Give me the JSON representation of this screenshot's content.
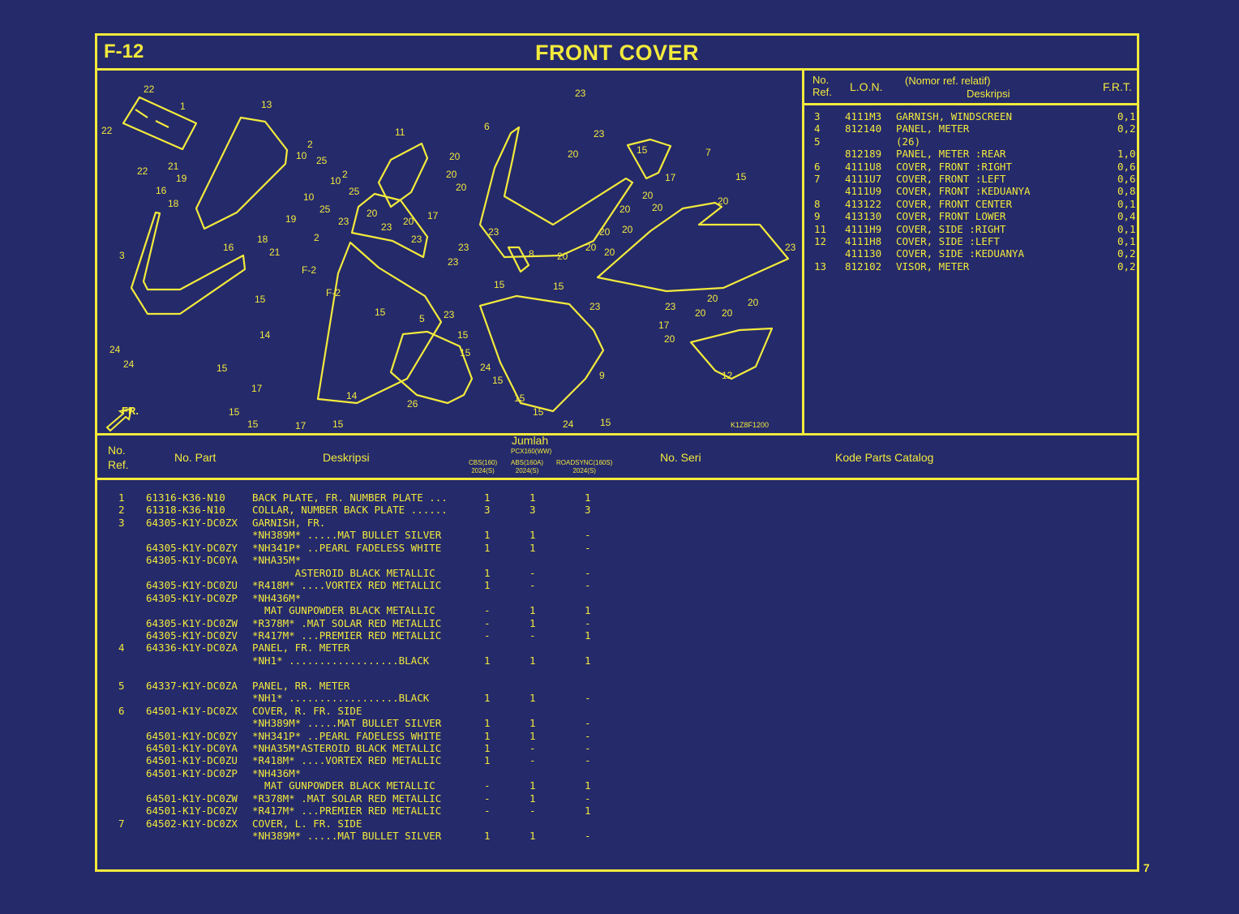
{
  "header": {
    "code": "F-12",
    "title": "FRONT COVER"
  },
  "ref_table": {
    "headers": {
      "no_ref": "No.\nRef.",
      "lon": "L.O.N.",
      "desc_top": "(Nomor ref. relatif)",
      "desc": "Deskripsi",
      "frt": "F.R.T."
    },
    "rows": [
      {
        "ref": "3",
        "lon": "4111M3",
        "desc": "GARNISH, WINDSCREEN",
        "frt": "0,1"
      },
      {
        "ref": "4",
        "lon": "812140",
        "desc": "PANEL, METER",
        "frt": "0,2"
      },
      {
        "ref": "5",
        "lon": "",
        "desc": "(26)",
        "frt": ""
      },
      {
        "ref": "",
        "lon": "812189",
        "desc": "PANEL, METER :REAR",
        "frt": "1,0"
      },
      {
        "ref": "6",
        "lon": "4111U8",
        "desc": "COVER, FRONT :RIGHT",
        "frt": "0,6"
      },
      {
        "ref": "7",
        "lon": "4111U7",
        "desc": "COVER, FRONT :LEFT",
        "frt": "0,6"
      },
      {
        "ref": "",
        "lon": "4111U9",
        "desc": "COVER, FRONT :KEDUANYA",
        "frt": "0,8"
      },
      {
        "ref": "8",
        "lon": "413122",
        "desc": "COVER, FRONT CENTER",
        "frt": "0,1"
      },
      {
        "ref": "9",
        "lon": "413130",
        "desc": "COVER, FRONT LOWER",
        "frt": "0,4"
      },
      {
        "ref": "11",
        "lon": "4111H9",
        "desc": "COVER, SIDE :RIGHT",
        "frt": "0,1"
      },
      {
        "ref": "12",
        "lon": "4111H8",
        "desc": "COVER, SIDE :LEFT",
        "frt": "0,1"
      },
      {
        "ref": "",
        "lon": "411130",
        "desc": "COVER, SIDE :KEDUANYA",
        "frt": "0,2"
      },
      {
        "ref": "13",
        "lon": "812102",
        "desc": "VISOR, METER",
        "frt": "0,2"
      }
    ]
  },
  "diagram": {
    "code": "K1Z8F1200",
    "arrow_label": "FR.",
    "f2_label": "F-2"
  },
  "parts_table": {
    "headers": {
      "no_ref": "No.\nRef.",
      "no_part": "No. Part",
      "desc": "Deskripsi",
      "jumlah": "Jumlah",
      "model": "PCX160(WW)",
      "col1": "CBS(160)\n2024(S)",
      "col2": "ABS(160A)\n2024(S)",
      "col3": "ROADSYNC(160S)\n2024(S)",
      "no_seri": "No. Seri",
      "kode": "Kode Parts Catalog"
    },
    "rows": [
      {
        "ref": "1",
        "part": "61316-K36-N10",
        "desc": "BACK PLATE, FR. NUMBER PLATE ...",
        "q1": "1",
        "q2": "1",
        "q3": "1"
      },
      {
        "ref": "2",
        "part": "61318-K36-N10",
        "desc": "COLLAR, NUMBER BACK PLATE ......",
        "q1": "3",
        "q2": "3",
        "q3": "3"
      },
      {
        "ref": "3",
        "part": "64305-K1Y-DC0ZX",
        "desc": "GARNISH, FR.",
        "q1": "",
        "q2": "",
        "q3": ""
      },
      {
        "ref": "",
        "part": "",
        "desc": "*NH389M* .....MAT BULLET SILVER",
        "q1": "1",
        "q2": "1",
        "q3": "-"
      },
      {
        "ref": "",
        "part": "64305-K1Y-DC0ZY",
        "desc": "*NH341P* ..PEARL FADELESS WHITE",
        "q1": "1",
        "q2": "1",
        "q3": "-"
      },
      {
        "ref": "",
        "part": "64305-K1Y-DC0YA",
        "desc": "*NHA35M*",
        "q1": "",
        "q2": "",
        "q3": ""
      },
      {
        "ref": "",
        "part": "",
        "desc": "       ASTEROID BLACK METALLIC",
        "q1": "1",
        "q2": "-",
        "q3": "-"
      },
      {
        "ref": "",
        "part": "64305-K1Y-DC0ZU",
        "desc": "*R418M* ....VORTEX RED METALLIC",
        "q1": "1",
        "q2": "-",
        "q3": "-"
      },
      {
        "ref": "",
        "part": "64305-K1Y-DC0ZP",
        "desc": "*NH436M*",
        "q1": "",
        "q2": "",
        "q3": ""
      },
      {
        "ref": "",
        "part": "",
        "desc": "  MAT GUNPOWDER BLACK METALLIC",
        "q1": "-",
        "q2": "1",
        "q3": "1"
      },
      {
        "ref": "",
        "part": "64305-K1Y-DC0ZW",
        "desc": "*R378M* .MAT SOLAR RED METALLIC",
        "q1": "-",
        "q2": "1",
        "q3": "-"
      },
      {
        "ref": "",
        "part": "64305-K1Y-DC0ZV",
        "desc": "*R417M* ...PREMIER RED METALLIC",
        "q1": "-",
        "q2": "-",
        "q3": "1"
      },
      {
        "ref": "4",
        "part": "64336-K1Y-DC0ZA",
        "desc": "PANEL, FR. METER",
        "q1": "",
        "q2": "",
        "q3": ""
      },
      {
        "ref": "",
        "part": "",
        "desc": "*NH1* ..................BLACK",
        "q1": "1",
        "q2": "1",
        "q3": "1"
      },
      {
        "ref": "",
        "part": "",
        "desc": "",
        "q1": "",
        "q2": "",
        "q3": ""
      },
      {
        "ref": "5",
        "part": "64337-K1Y-DC0ZA",
        "desc": "PANEL, RR. METER",
        "q1": "",
        "q2": "",
        "q3": ""
      },
      {
        "ref": "",
        "part": "",
        "desc": "*NH1* ..................BLACK",
        "q1": "1",
        "q2": "1",
        "q3": "-"
      },
      {
        "ref": "6",
        "part": "64501-K1Y-DC0ZX",
        "desc": "COVER, R. FR. SIDE",
        "q1": "",
        "q2": "",
        "q3": ""
      },
      {
        "ref": "",
        "part": "",
        "desc": "*NH389M* .....MAT BULLET SILVER",
        "q1": "1",
        "q2": "1",
        "q3": "-"
      },
      {
        "ref": "",
        "part": "64501-K1Y-DC0ZY",
        "desc": "*NH341P* ..PEARL FADELESS WHITE",
        "q1": "1",
        "q2": "1",
        "q3": "-"
      },
      {
        "ref": "",
        "part": "64501-K1Y-DC0YA",
        "desc": "*NHA35M*ASTEROID BLACK METALLIC",
        "q1": "1",
        "q2": "-",
        "q3": "-"
      },
      {
        "ref": "",
        "part": "64501-K1Y-DC0ZU",
        "desc": "*R418M* ....VORTEX RED METALLIC",
        "q1": "1",
        "q2": "-",
        "q3": "-"
      },
      {
        "ref": "",
        "part": "64501-K1Y-DC0ZP",
        "desc": "*NH436M*",
        "q1": "",
        "q2": "",
        "q3": ""
      },
      {
        "ref": "",
        "part": "",
        "desc": "  MAT GUNPOWDER BLACK METALLIC",
        "q1": "-",
        "q2": "1",
        "q3": "1"
      },
      {
        "ref": "",
        "part": "64501-K1Y-DC0ZW",
        "desc": "*R378M* .MAT SOLAR RED METALLIC",
        "q1": "-",
        "q2": "1",
        "q3": "-"
      },
      {
        "ref": "",
        "part": "64501-K1Y-DC0ZV",
        "desc": "*R417M* ...PREMIER RED METALLIC",
        "q1": "-",
        "q2": "-",
        "q3": "1"
      },
      {
        "ref": "7",
        "part": "64502-K1Y-DC0ZX",
        "desc": "COVER, L. FR. SIDE",
        "q1": "",
        "q2": "",
        "q3": ""
      },
      {
        "ref": "",
        "part": "",
        "desc": "*NH389M* .....MAT BULLET SILVER",
        "q1": "1",
        "q2": "1",
        "q3": "-"
      }
    ]
  },
  "page_number": "7",
  "colors": {
    "background": "#252a6b",
    "ink": "#f2ea3c"
  }
}
